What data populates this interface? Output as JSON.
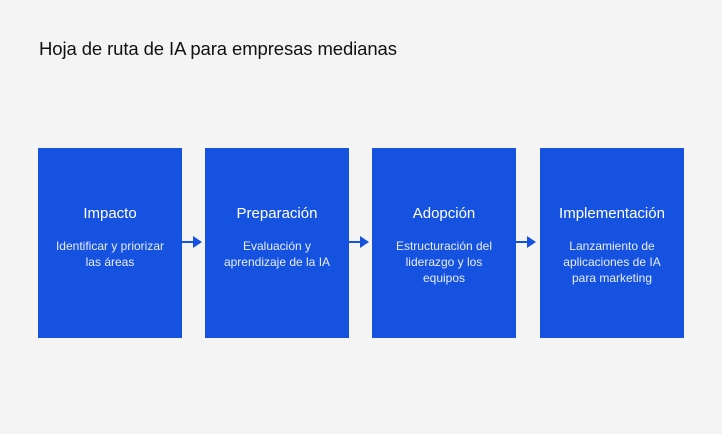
{
  "title": "Hoja de ruta de IA para empresas medianas",
  "colors": {
    "box": "#1652e0",
    "background": "#f4f4f4",
    "arrow": "#1652e0"
  },
  "steps": [
    {
      "heading": "Impacto",
      "description": "Identificar y priorizar las áreas"
    },
    {
      "heading": "Preparación",
      "description": "Evaluación y aprendizaje de la IA"
    },
    {
      "heading": "Adopción",
      "description": "Estructuración del liderazgo y los equipos"
    },
    {
      "heading": "Implementación",
      "description": "Lanzamiento de aplicaciones de IA para marketing"
    }
  ]
}
